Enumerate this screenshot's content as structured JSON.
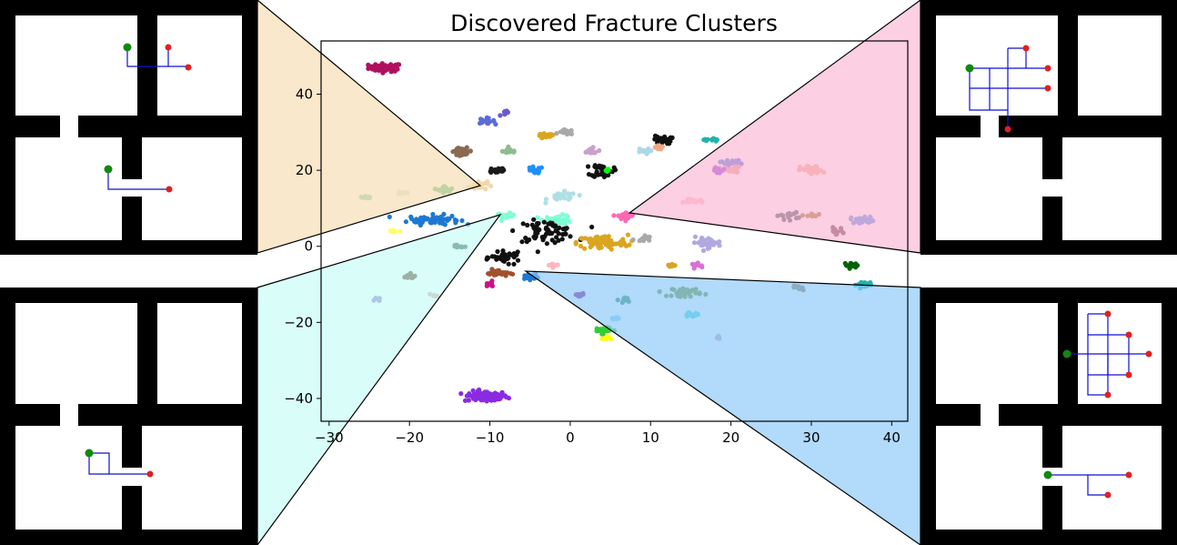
{
  "chart_data": {
    "type": "scatter",
    "title": "Discovered Fracture Clusters",
    "xlabel": "",
    "ylabel": "",
    "xlim": [
      -31,
      42
    ],
    "ylim": [
      -46,
      54
    ],
    "xticks": [
      -30,
      -20,
      -10,
      0,
      10,
      20,
      30,
      40
    ],
    "yticks": [
      -40,
      -20,
      0,
      20,
      40
    ],
    "xtick_labels": [
      "−30",
      "−20",
      "−10",
      "0",
      "10",
      "20",
      "30",
      "40"
    ],
    "ytick_labels": [
      "−40",
      "−20",
      "0",
      "20",
      "40"
    ],
    "grid": false,
    "legend": "none",
    "clusters": [
      {
        "x": -23,
        "y": 47,
        "sx": 2.3,
        "sy": 1.2,
        "color": "#b0105f",
        "n": 60
      },
      {
        "x": -10.5,
        "y": -39.5,
        "sx": 3.0,
        "sy": 1.6,
        "color": "#8a2be2",
        "n": 80
      },
      {
        "x": -17,
        "y": 7,
        "sx": 3.5,
        "sy": 1.4,
        "color": "#1e78d2",
        "n": 70
      },
      {
        "x": -11.5,
        "y": 16,
        "sx": 1.3,
        "sy": 1.3,
        "color": "#f5d6a8",
        "n": 30
      },
      {
        "x": -15.5,
        "y": 15,
        "sx": 1.0,
        "sy": 1.0,
        "color": "#3cb371",
        "n": 20
      },
      {
        "x": -8,
        "y": 8,
        "sx": 1.2,
        "sy": 0.8,
        "color": "#7fffd4",
        "n": 20
      },
      {
        "x": -13.5,
        "y": 25,
        "sx": 1.5,
        "sy": 1.0,
        "color": "#8b6a50",
        "n": 25
      },
      {
        "x": -10.5,
        "y": 33,
        "sx": 1.2,
        "sy": 0.8,
        "color": "#5b6bd8",
        "n": 15
      },
      {
        "x": -8,
        "y": 35,
        "sx": 0.8,
        "sy": 0.7,
        "color": "#6a5acd",
        "n": 12
      },
      {
        "x": -9,
        "y": 20,
        "sx": 1.3,
        "sy": 1.0,
        "color": "#1a1a1a",
        "n": 25
      },
      {
        "x": -7.5,
        "y": 25,
        "sx": 1.0,
        "sy": 0.8,
        "color": "#8fbc8f",
        "n": 15
      },
      {
        "x": -4.5,
        "y": 20,
        "sx": 1.3,
        "sy": 1.0,
        "color": "#1e90ff",
        "n": 20
      },
      {
        "x": -3,
        "y": 29,
        "sx": 1.2,
        "sy": 0.8,
        "color": "#daa520",
        "n": 20
      },
      {
        "x": -0.5,
        "y": 30,
        "sx": 1.0,
        "sy": 0.7,
        "color": "#a9a9a9",
        "n": 12
      },
      {
        "x": -1,
        "y": 13,
        "sx": 2.0,
        "sy": 1.4,
        "color": "#b0e0e6",
        "n": 30
      },
      {
        "x": -1.5,
        "y": 7,
        "sx": 2.0,
        "sy": 1.3,
        "color": "#7fffd4",
        "n": 40
      },
      {
        "x": -3,
        "y": 4,
        "sx": 4.0,
        "sy": 3.0,
        "color": "#111111",
        "n": 70
      },
      {
        "x": 4,
        "y": 1,
        "sx": 3.5,
        "sy": 2.2,
        "color": "#daa520",
        "n": 90
      },
      {
        "x": 7,
        "y": 8,
        "sx": 1.2,
        "sy": 1.0,
        "color": "#ff69b4",
        "n": 30
      },
      {
        "x": 9,
        "y": 2,
        "sx": 1.2,
        "sy": 1.0,
        "color": "#a9a9a9",
        "n": 15
      },
      {
        "x": 4,
        "y": 20,
        "sx": 1.5,
        "sy": 2.0,
        "color": "#111111",
        "n": 35
      },
      {
        "x": 4.5,
        "y": 20,
        "sx": 0.5,
        "sy": 0.6,
        "color": "#00ff00",
        "n": 8
      },
      {
        "x": 2.5,
        "y": 25,
        "sx": 1.2,
        "sy": 1.0,
        "color": "#c8a2c8",
        "n": 18
      },
      {
        "x": 9,
        "y": 25,
        "sx": 1.0,
        "sy": 0.8,
        "color": "#add8e6",
        "n": 12
      },
      {
        "x": 11.5,
        "y": 28,
        "sx": 1.2,
        "sy": 1.2,
        "color": "#111111",
        "n": 25
      },
      {
        "x": 11,
        "y": 26,
        "sx": 0.8,
        "sy": 0.6,
        "color": "#f4a582",
        "n": 10
      },
      {
        "x": 17.5,
        "y": 28,
        "sx": 1.0,
        "sy": 0.6,
        "color": "#20b2aa",
        "n": 10
      },
      {
        "x": 20,
        "y": 22,
        "sx": 1.5,
        "sy": 1.0,
        "color": "#4169e1",
        "n": 18
      },
      {
        "x": 20,
        "y": 20,
        "sx": 1.5,
        "sy": 1.0,
        "color": "#e9967a",
        "n": 20
      },
      {
        "x": 18.5,
        "y": 20,
        "sx": 1.0,
        "sy": 1.0,
        "color": "#8a2be2",
        "n": 12
      },
      {
        "x": 30,
        "y": 20,
        "sx": 1.5,
        "sy": 1.3,
        "color": "#f4a582",
        "n": 35
      },
      {
        "x": 15.5,
        "y": 12,
        "sx": 1.5,
        "sy": 0.8,
        "color": "#ffb6c1",
        "n": 20
      },
      {
        "x": 27,
        "y": 8,
        "sx": 1.5,
        "sy": 1.0,
        "color": "#2f4f4f",
        "n": 15
      },
      {
        "x": 36.5,
        "y": 7,
        "sx": 1.8,
        "sy": 1.0,
        "color": "#4a86e8",
        "n": 25
      },
      {
        "x": 33,
        "y": 4,
        "sx": 1.0,
        "sy": 1.0,
        "color": "#5a2a3a",
        "n": 15
      },
      {
        "x": 30,
        "y": 8,
        "sx": 0.8,
        "sy": 0.8,
        "color": "#8b6914",
        "n": 10
      },
      {
        "x": 17,
        "y": 1,
        "sx": 2.0,
        "sy": 1.5,
        "color": "#b0a8e0",
        "n": 35
      },
      {
        "x": 35,
        "y": -5,
        "sx": 1.0,
        "sy": 0.7,
        "color": "#006400",
        "n": 15
      },
      {
        "x": 37,
        "y": -10,
        "sx": 1.5,
        "sy": 0.8,
        "color": "#20b2aa",
        "n": 20
      },
      {
        "x": 28.5,
        "y": -11,
        "sx": 1.0,
        "sy": 0.7,
        "color": "#8b7355",
        "n": 12
      },
      {
        "x": 14.5,
        "y": -12,
        "sx": 2.0,
        "sy": 1.3,
        "color": "#6b8e23",
        "n": 35
      },
      {
        "x": 15,
        "y": -18,
        "sx": 1.2,
        "sy": 0.6,
        "color": "#40e0d0",
        "n": 15
      },
      {
        "x": 18.5,
        "y": -24,
        "sx": 0.4,
        "sy": 0.6,
        "color": "#c8a2c8",
        "n": 5
      },
      {
        "x": 16,
        "y": -5,
        "sx": 1.0,
        "sy": 0.6,
        "color": "#da70d6",
        "n": 10
      },
      {
        "x": 12.5,
        "y": -5,
        "sx": 0.6,
        "sy": 0.6,
        "color": "#daa520",
        "n": 8
      },
      {
        "x": 7,
        "y": -14,
        "sx": 1.0,
        "sy": 0.8,
        "color": "#2e8b57",
        "n": 15
      },
      {
        "x": 4,
        "y": -22,
        "sx": 1.2,
        "sy": 1.0,
        "color": "#32cd32",
        "n": 20
      },
      {
        "x": 4.5,
        "y": -24,
        "sx": 0.6,
        "sy": 0.5,
        "color": "#ffff00",
        "n": 8
      },
      {
        "x": 5.5,
        "y": -19,
        "sx": 0.6,
        "sy": 0.5,
        "color": "#87cefa",
        "n": 8
      },
      {
        "x": -9,
        "y": -7,
        "sx": 1.5,
        "sy": 1.0,
        "color": "#a0522d",
        "n": 30
      },
      {
        "x": -5,
        "y": -8,
        "sx": 1.3,
        "sy": 0.8,
        "color": "#1e78d2",
        "n": 25
      },
      {
        "x": -8,
        "y": -3,
        "sx": 2.0,
        "sy": 1.5,
        "color": "#111111",
        "n": 40
      },
      {
        "x": -10,
        "y": -10,
        "sx": 0.7,
        "sy": 0.7,
        "color": "#c71585",
        "n": 10
      },
      {
        "x": 1,
        "y": -13,
        "sx": 0.8,
        "sy": 0.8,
        "color": "#8b008b",
        "n": 12
      },
      {
        "x": -2,
        "y": -5,
        "sx": 1.0,
        "sy": 0.6,
        "color": "#ffb6c1",
        "n": 10
      },
      {
        "x": -14,
        "y": 0,
        "sx": 0.7,
        "sy": 0.6,
        "color": "#2f4f4f",
        "n": 10
      },
      {
        "x": -20,
        "y": -8,
        "sx": 1.0,
        "sy": 0.8,
        "color": "#5a3a2a",
        "n": 12
      },
      {
        "x": -22,
        "y": 4,
        "sx": 0.8,
        "sy": 0.6,
        "color": "#ffff66",
        "n": 10
      },
      {
        "x": -25,
        "y": 13,
        "sx": 1.0,
        "sy": 0.5,
        "color": "#66cdaa",
        "n": 8
      },
      {
        "x": -21,
        "y": 14,
        "sx": 0.8,
        "sy": 0.5,
        "color": "#d3e4cd",
        "n": 8
      },
      {
        "x": -24,
        "y": -14,
        "sx": 0.4,
        "sy": 0.5,
        "color": "#9370db",
        "n": 5
      },
      {
        "x": -17,
        "y": -13,
        "sx": 0.7,
        "sy": 0.4,
        "color": "#dda0a0",
        "n": 6
      }
    ]
  }
}
